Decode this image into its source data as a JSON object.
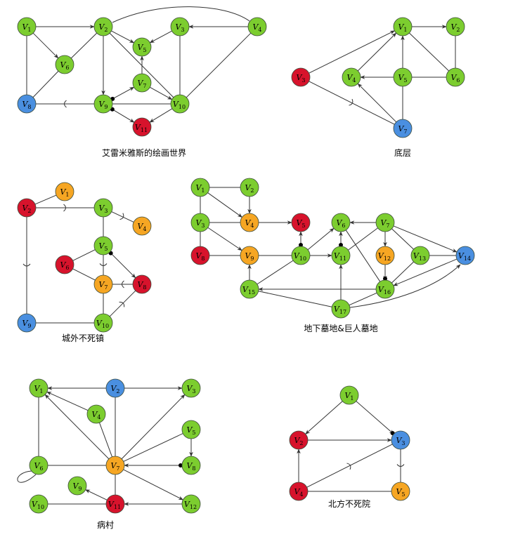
{
  "colors": {
    "green": "#7ccd2f",
    "blue": "#4a8fe0",
    "red": "#d7132c",
    "orange": "#f6a623",
    "stroke": "#3b4a3b",
    "edge": "#333333"
  },
  "graphs": [
    {
      "id": "g1",
      "caption": "艾雷米雅斯的绘画世界",
      "nodes": [
        {
          "id": "v1",
          "label": "V",
          "sub": "1",
          "color": "green"
        },
        {
          "id": "v2",
          "label": "V",
          "sub": "2",
          "color": "green"
        },
        {
          "id": "v3",
          "label": "V",
          "sub": "3",
          "color": "green"
        },
        {
          "id": "v4",
          "label": "V",
          "sub": "4",
          "color": "green"
        },
        {
          "id": "v5",
          "label": "V",
          "sub": "5",
          "color": "green"
        },
        {
          "id": "v6",
          "label": "V",
          "sub": "6",
          "color": "green"
        },
        {
          "id": "v7",
          "label": "V",
          "sub": "7",
          "color": "green"
        },
        {
          "id": "v8",
          "label": "V",
          "sub": "8",
          "color": "blue"
        },
        {
          "id": "v9",
          "label": "V",
          "sub": "9",
          "color": "green"
        },
        {
          "id": "v10",
          "label": "V",
          "sub": "10",
          "color": "green"
        },
        {
          "id": "v11",
          "label": "V",
          "sub": "11",
          "color": "red"
        }
      ],
      "edges": [
        {
          "from": "v1",
          "to": "v2",
          "type": "arrow"
        },
        {
          "from": "v1",
          "to": "v6",
          "type": "arrow"
        },
        {
          "from": "v1",
          "to": "v8",
          "type": "line"
        },
        {
          "from": "v2",
          "to": "v6",
          "type": "line"
        },
        {
          "from": "v2",
          "to": "v4",
          "type": "line",
          "curved": true
        },
        {
          "from": "v2",
          "to": "v5",
          "type": "arrow"
        },
        {
          "from": "v2",
          "to": "v9",
          "type": "arrow"
        },
        {
          "from": "v2",
          "to": "v10",
          "type": "line"
        },
        {
          "from": "v3",
          "to": "v5",
          "type": "arrow"
        },
        {
          "from": "v3",
          "to": "v10",
          "type": "line"
        },
        {
          "from": "v4",
          "to": "v3",
          "type": "arrow"
        },
        {
          "from": "v4",
          "to": "v10",
          "type": "line"
        },
        {
          "from": "v6",
          "to": "v8",
          "type": "line"
        },
        {
          "from": "v7",
          "to": "v5",
          "type": "arrow"
        },
        {
          "from": "v9",
          "to": "v7",
          "type": "arrow",
          "dot": "from"
        },
        {
          "from": "v9",
          "to": "v10",
          "type": "line"
        },
        {
          "from": "v7",
          "to": "v10",
          "type": "arrow"
        },
        {
          "from": "v9",
          "to": "v11",
          "type": "arrow",
          "dot": "from"
        },
        {
          "from": "v10",
          "to": "v11",
          "type": "arrow"
        },
        {
          "from": "v9",
          "to": "v8",
          "type": "oneway"
        }
      ]
    },
    {
      "id": "g2",
      "caption": "底层",
      "nodes": [
        {
          "id": "v1",
          "label": "V",
          "sub": "1",
          "color": "green"
        },
        {
          "id": "v2",
          "label": "V",
          "sub": "2",
          "color": "green"
        },
        {
          "id": "v3",
          "label": "V",
          "sub": "3",
          "color": "red"
        },
        {
          "id": "v4",
          "label": "V",
          "sub": "4",
          "color": "green"
        },
        {
          "id": "v5",
          "label": "V",
          "sub": "5",
          "color": "green"
        },
        {
          "id": "v6",
          "label": "V",
          "sub": "6",
          "color": "green"
        },
        {
          "id": "v7",
          "label": "V",
          "sub": "7",
          "color": "blue"
        }
      ],
      "edges": [
        {
          "from": "v1",
          "to": "v2",
          "type": "arrow"
        },
        {
          "from": "v1",
          "to": "v5",
          "type": "line"
        },
        {
          "from": "v1",
          "to": "v6",
          "type": "line"
        },
        {
          "from": "v2",
          "to": "v6",
          "type": "line"
        },
        {
          "from": "v3",
          "to": "v1",
          "type": "arrow"
        },
        {
          "from": "v4",
          "to": "v1",
          "type": "arrow"
        },
        {
          "from": "v5",
          "to": "v4",
          "type": "arrow"
        },
        {
          "from": "v5",
          "to": "v6",
          "type": "line"
        },
        {
          "from": "v5",
          "to": "v7",
          "type": "line"
        },
        {
          "from": "v7",
          "to": "v4",
          "type": "arrow"
        },
        {
          "from": "v7",
          "to": "v1",
          "type": "arrow"
        },
        {
          "from": "v3",
          "to": "v7",
          "type": "oneway"
        }
      ]
    },
    {
      "id": "g3",
      "caption": "城外不死镇",
      "nodes": [
        {
          "id": "v1",
          "label": "V",
          "sub": "1",
          "color": "orange"
        },
        {
          "id": "v2",
          "label": "V",
          "sub": "2",
          "color": "red"
        },
        {
          "id": "v3",
          "label": "V",
          "sub": "3",
          "color": "green"
        },
        {
          "id": "v4",
          "label": "V",
          "sub": "4",
          "color": "orange"
        },
        {
          "id": "v5",
          "label": "V",
          "sub": "5",
          "color": "green"
        },
        {
          "id": "v6",
          "label": "V",
          "sub": "6",
          "color": "red"
        },
        {
          "id": "v7",
          "label": "V",
          "sub": "7",
          "color": "orange"
        },
        {
          "id": "v8",
          "label": "V",
          "sub": "8",
          "color": "red"
        },
        {
          "id": "v9",
          "label": "V",
          "sub": "9",
          "color": "blue"
        },
        {
          "id": "v10",
          "label": "V",
          "sub": "10",
          "color": "green"
        }
      ],
      "edges": [
        {
          "from": "v2",
          "to": "v1",
          "type": "line"
        },
        {
          "from": "v2",
          "to": "v3",
          "type": "oneway"
        },
        {
          "from": "v3",
          "to": "v4",
          "type": "oneway"
        },
        {
          "from": "v3",
          "to": "v5",
          "type": "line"
        },
        {
          "from": "v2",
          "to": "v9",
          "type": "oneway"
        },
        {
          "from": "v5",
          "to": "v6",
          "type": "line"
        },
        {
          "from": "v5",
          "to": "v7",
          "type": "oneway"
        },
        {
          "from": "v5",
          "to": "v8",
          "type": "arrow",
          "dot": "from"
        },
        {
          "from": "v6",
          "to": "v7",
          "type": "line"
        },
        {
          "from": "v8",
          "to": "v7",
          "type": "oneway"
        },
        {
          "from": "v7",
          "to": "v10",
          "type": "line"
        },
        {
          "from": "v10",
          "to": "v8",
          "type": "oneway"
        },
        {
          "from": "v9",
          "to": "v10",
          "type": "line"
        }
      ]
    },
    {
      "id": "g4",
      "caption": "地下墓地&巨人墓地",
      "nodes": [
        {
          "id": "v1",
          "label": "V",
          "sub": "1",
          "color": "green"
        },
        {
          "id": "v2",
          "label": "V",
          "sub": "2",
          "color": "green"
        },
        {
          "id": "v3",
          "label": "V",
          "sub": "3",
          "color": "green"
        },
        {
          "id": "v4",
          "label": "V",
          "sub": "4",
          "color": "orange"
        },
        {
          "id": "v5",
          "label": "V",
          "sub": "5",
          "color": "red"
        },
        {
          "id": "v6",
          "label": "V",
          "sub": "6",
          "color": "green"
        },
        {
          "id": "v7",
          "label": "V",
          "sub": "7",
          "color": "green"
        },
        {
          "id": "v8",
          "label": "V",
          "sub": "8",
          "color": "red"
        },
        {
          "id": "v9",
          "label": "V",
          "sub": "9",
          "color": "orange"
        },
        {
          "id": "v10",
          "label": "V",
          "sub": "10",
          "color": "green"
        },
        {
          "id": "v11",
          "label": "V",
          "sub": "11",
          "color": "green"
        },
        {
          "id": "v12",
          "label": "V",
          "sub": "12",
          "color": "orange"
        },
        {
          "id": "v13",
          "label": "V",
          "sub": "13",
          "color": "green"
        },
        {
          "id": "v14",
          "label": "V",
          "sub": "14",
          "color": "blue"
        },
        {
          "id": "v15",
          "label": "V",
          "sub": "15",
          "color": "green"
        },
        {
          "id": "v16",
          "label": "V",
          "sub": "16",
          "color": "green"
        },
        {
          "id": "v17",
          "label": "V",
          "sub": "17",
          "color": "green"
        }
      ],
      "edges": [
        {
          "from": "v1",
          "to": "v2",
          "type": "line"
        },
        {
          "from": "v1",
          "to": "v3",
          "type": "line"
        },
        {
          "from": "v1",
          "to": "v4",
          "type": "arrow"
        },
        {
          "from": "v2",
          "to": "v4",
          "type": "arrow"
        },
        {
          "from": "v3",
          "to": "v4",
          "type": "line"
        },
        {
          "from": "v3",
          "to": "v8",
          "type": "line"
        },
        {
          "from": "v3",
          "to": "v9",
          "type": "arrow"
        },
        {
          "from": "v4",
          "to": "v5",
          "type": "arrow"
        },
        {
          "from": "v8",
          "to": "v9",
          "type": "line"
        },
        {
          "from": "v9",
          "to": "v10",
          "type": "line"
        },
        {
          "from": "v10",
          "to": "v5",
          "type": "arrow",
          "dot": "from"
        },
        {
          "from": "v10",
          "to": "v6",
          "type": "arrow"
        },
        {
          "from": "v10",
          "to": "v11",
          "type": "arrow"
        },
        {
          "from": "v10",
          "to": "v15",
          "type": "line"
        },
        {
          "from": "v11",
          "to": "v6",
          "type": "arrow",
          "dot": "from"
        },
        {
          "from": "v7",
          "to": "v6",
          "type": "arrow"
        },
        {
          "from": "v7",
          "to": "v11",
          "type": "line"
        },
        {
          "from": "v7",
          "to": "v12",
          "type": "arrow"
        },
        {
          "from": "v7",
          "to": "v13",
          "type": "line"
        },
        {
          "from": "v7",
          "to": "v14",
          "type": "arrow"
        },
        {
          "from": "v12",
          "to": "v16",
          "type": "arrow",
          "dot": "to"
        },
        {
          "from": "v6",
          "to": "v16",
          "type": "line"
        },
        {
          "from": "v13",
          "to": "v16",
          "type": "line"
        },
        {
          "from": "v13",
          "to": "v14",
          "type": "line"
        },
        {
          "from": "v14",
          "to": "v16",
          "type": "arrow"
        },
        {
          "from": "v15",
          "to": "v9",
          "type": "arrow"
        },
        {
          "from": "v16",
          "to": "v15",
          "type": "arrow"
        },
        {
          "from": "v17",
          "to": "v15",
          "type": "line"
        },
        {
          "from": "v17",
          "to": "v11",
          "type": "arrow"
        },
        {
          "from": "v17",
          "to": "v16",
          "type": "line"
        },
        {
          "from": "v17",
          "to": "v14",
          "type": "arrow",
          "curved": true
        }
      ]
    },
    {
      "id": "g5",
      "caption": "病村",
      "nodes": [
        {
          "id": "v1",
          "label": "V",
          "sub": "1",
          "color": "green"
        },
        {
          "id": "v2",
          "label": "V",
          "sub": "2",
          "color": "blue"
        },
        {
          "id": "v3",
          "label": "V",
          "sub": "3",
          "color": "green"
        },
        {
          "id": "v4",
          "label": "V",
          "sub": "4",
          "color": "green"
        },
        {
          "id": "v5",
          "label": "V",
          "sub": "5",
          "color": "green"
        },
        {
          "id": "v6",
          "label": "V",
          "sub": "6",
          "color": "green"
        },
        {
          "id": "v7",
          "label": "V",
          "sub": "7",
          "color": "orange"
        },
        {
          "id": "v8",
          "label": "V",
          "sub": "8",
          "color": "green"
        },
        {
          "id": "v9",
          "label": "V",
          "sub": "9",
          "color": "green"
        },
        {
          "id": "v10",
          "label": "V",
          "sub": "10",
          "color": "green"
        },
        {
          "id": "v11",
          "label": "V",
          "sub": "11",
          "color": "red"
        },
        {
          "id": "v12",
          "label": "V",
          "sub": "12",
          "color": "green"
        }
      ],
      "edges": [
        {
          "from": "v2",
          "to": "v1",
          "type": "arrow"
        },
        {
          "from": "v2",
          "to": "v3",
          "type": "arrow"
        },
        {
          "from": "v2",
          "to": "v7",
          "type": "line"
        },
        {
          "from": "v1",
          "to": "v6",
          "type": "line"
        },
        {
          "from": "v4",
          "to": "v1",
          "type": "arrow"
        },
        {
          "from": "v4",
          "to": "v7",
          "type": "line"
        },
        {
          "from": "v7",
          "to": "v1",
          "type": "arrow"
        },
        {
          "from": "v7",
          "to": "v3",
          "type": "arrow"
        },
        {
          "from": "v7",
          "to": "v5",
          "type": "line"
        },
        {
          "from": "v5",
          "to": "v8",
          "type": "arrow"
        },
        {
          "from": "v8",
          "to": "v7",
          "type": "arrow",
          "dot": "from"
        },
        {
          "from": "v6",
          "to": "v7",
          "type": "line"
        },
        {
          "from": "v6",
          "to": "v6",
          "type": "loop"
        },
        {
          "from": "v7",
          "to": "v11",
          "type": "line"
        },
        {
          "from": "v7",
          "to": "v12",
          "type": "arrow"
        },
        {
          "from": "v12",
          "to": "v11",
          "type": "arrow"
        },
        {
          "from": "v11",
          "to": "v9",
          "type": "arrow"
        },
        {
          "from": "v10",
          "to": "v11",
          "type": "line"
        }
      ]
    },
    {
      "id": "g6",
      "caption": "北方不死院",
      "nodes": [
        {
          "id": "v1",
          "label": "V",
          "sub": "1",
          "color": "green"
        },
        {
          "id": "v2",
          "label": "V",
          "sub": "2",
          "color": "red"
        },
        {
          "id": "v3",
          "label": "V",
          "sub": "3",
          "color": "blue"
        },
        {
          "id": "v4",
          "label": "V",
          "sub": "4",
          "color": "red"
        },
        {
          "id": "v5",
          "label": "V",
          "sub": "5",
          "color": "orange"
        }
      ],
      "edges": [
        {
          "from": "v1",
          "to": "v2",
          "type": "arrow"
        },
        {
          "from": "v1",
          "to": "v3",
          "type": "arrow",
          "dot": "to"
        },
        {
          "from": "v2",
          "to": "v3",
          "type": "arrow"
        },
        {
          "from": "v4",
          "to": "v2",
          "type": "arrow"
        },
        {
          "from": "v4",
          "to": "v3",
          "type": "oneway"
        },
        {
          "from": "v3",
          "to": "v5",
          "type": "oneway"
        },
        {
          "from": "v4",
          "to": "v5",
          "type": "line"
        }
      ]
    }
  ]
}
